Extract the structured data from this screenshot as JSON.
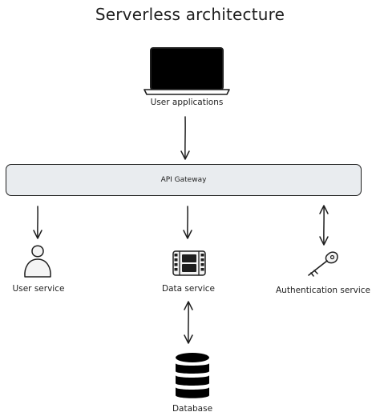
{
  "diagram": {
    "title": "Serverless architecture",
    "nodes": {
      "user_applications": {
        "label": "User applications",
        "icon": "laptop-icon"
      },
      "api_gateway": {
        "label": "API Gateway"
      },
      "user_service": {
        "label": "User service",
        "icon": "person-icon"
      },
      "data_service": {
        "label": "Data service",
        "icon": "film-strip-icon"
      },
      "authentication_service": {
        "label": "Authentication service",
        "icon": "key-icon"
      },
      "database": {
        "label": "Database",
        "icon": "database-icon"
      }
    },
    "connections": [
      {
        "from": "User applications",
        "to": "API Gateway",
        "direction": "one-way"
      },
      {
        "from": "API Gateway",
        "to": "User service",
        "direction": "one-way"
      },
      {
        "from": "API Gateway",
        "to": "Data service",
        "direction": "one-way"
      },
      {
        "from": "API Gateway",
        "to": "Authentication service",
        "direction": "two-way"
      },
      {
        "from": "Data service",
        "to": "Database",
        "direction": "two-way"
      }
    ],
    "colors": {
      "stroke": "#1e1e1e",
      "gateway_fill": "#e9ecef",
      "background": "#ffffff"
    }
  }
}
